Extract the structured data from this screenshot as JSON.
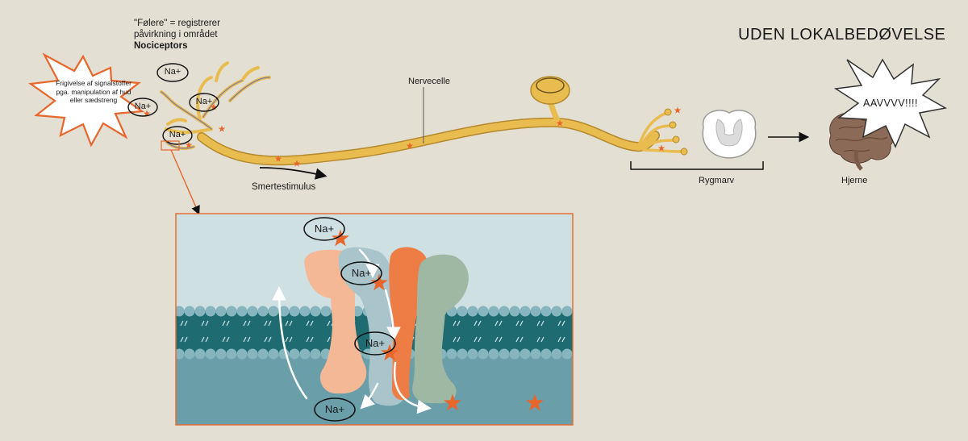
{
  "title": "UDEN LOKALBEDØVELSE",
  "receptor_note": {
    "line1": "\"Følere\" = registrerer",
    "line2": "påvirkning i området",
    "line3": "Nociceptors"
  },
  "release_text": "Frigivelse af signalstoffer pga. manipulation af hud eller sædstreng",
  "labels": {
    "nerve_cell": "Nervecelle",
    "pain_stimulus": "Smertestimulus",
    "spinal_cord": "Rygmarv",
    "brain": "Hjerne",
    "ouch": "AAVVVV!!!!"
  },
  "ion": "Na+",
  "colors": {
    "background": "#e3dfd3",
    "neuron": "#e9bc4f",
    "accent": "#e8662c",
    "channel_peach": "#f4b896",
    "channel_blue": "#a9c5cb",
    "channel_orange": "#ee7c45",
    "channel_green": "#9fb8a4",
    "extracellular": "#cfe0e3",
    "membrane": "#1e6b72",
    "intracellular": "#6a9faa"
  }
}
